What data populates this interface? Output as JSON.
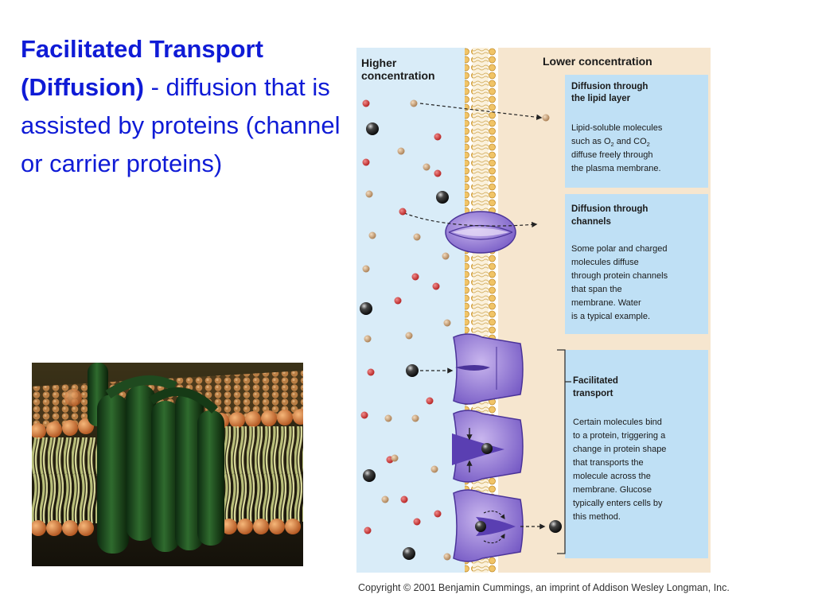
{
  "slide": {
    "heading_bold": "Facilitated Transport (Diffusion)",
    "heading_rest": " - diffusion that is assisted by proteins (channel or carrier proteins)"
  },
  "figure": {
    "higher_label_1": "Higher",
    "higher_label_2": "concentration",
    "lower_label": "Lower concentration",
    "panels": [
      {
        "title_1": "Diffusion through",
        "title_2": "the lipid layer",
        "body": [
          "Lipid-soluble molecules",
          "such as O",
          "2",
          " and CO",
          "2",
          "diffuse freely through",
          "the plasma membrane."
        ]
      },
      {
        "title_1": "Diffusion through",
        "title_2": "channels",
        "body": [
          "Some polar and charged",
          "molecules diffuse",
          "through protein channels",
          "that span the",
          "membrane. Water",
          "is a typical example."
        ]
      },
      {
        "title_1": "Facilitated",
        "title_2": "transport",
        "body": [
          "Certain molecules bind",
          "to a protein, triggering a",
          "change in protein shape",
          "that transports the",
          "molecule across the",
          "membrane. Glucose",
          "typically enters cells by",
          "this method."
        ]
      }
    ],
    "copyright": "Copyright © 2001 Benjamin Cummings, an imprint of Addison Wesley Longman, Inc."
  },
  "colors": {
    "heading": "#0f1bd6",
    "higher_bg": "#d9ecf8",
    "lower_bg": "#f6e6cf",
    "panel_bg": "#bfe0f5",
    "protein": "#8a6fd0",
    "membrane_head": "#e3b24d"
  }
}
